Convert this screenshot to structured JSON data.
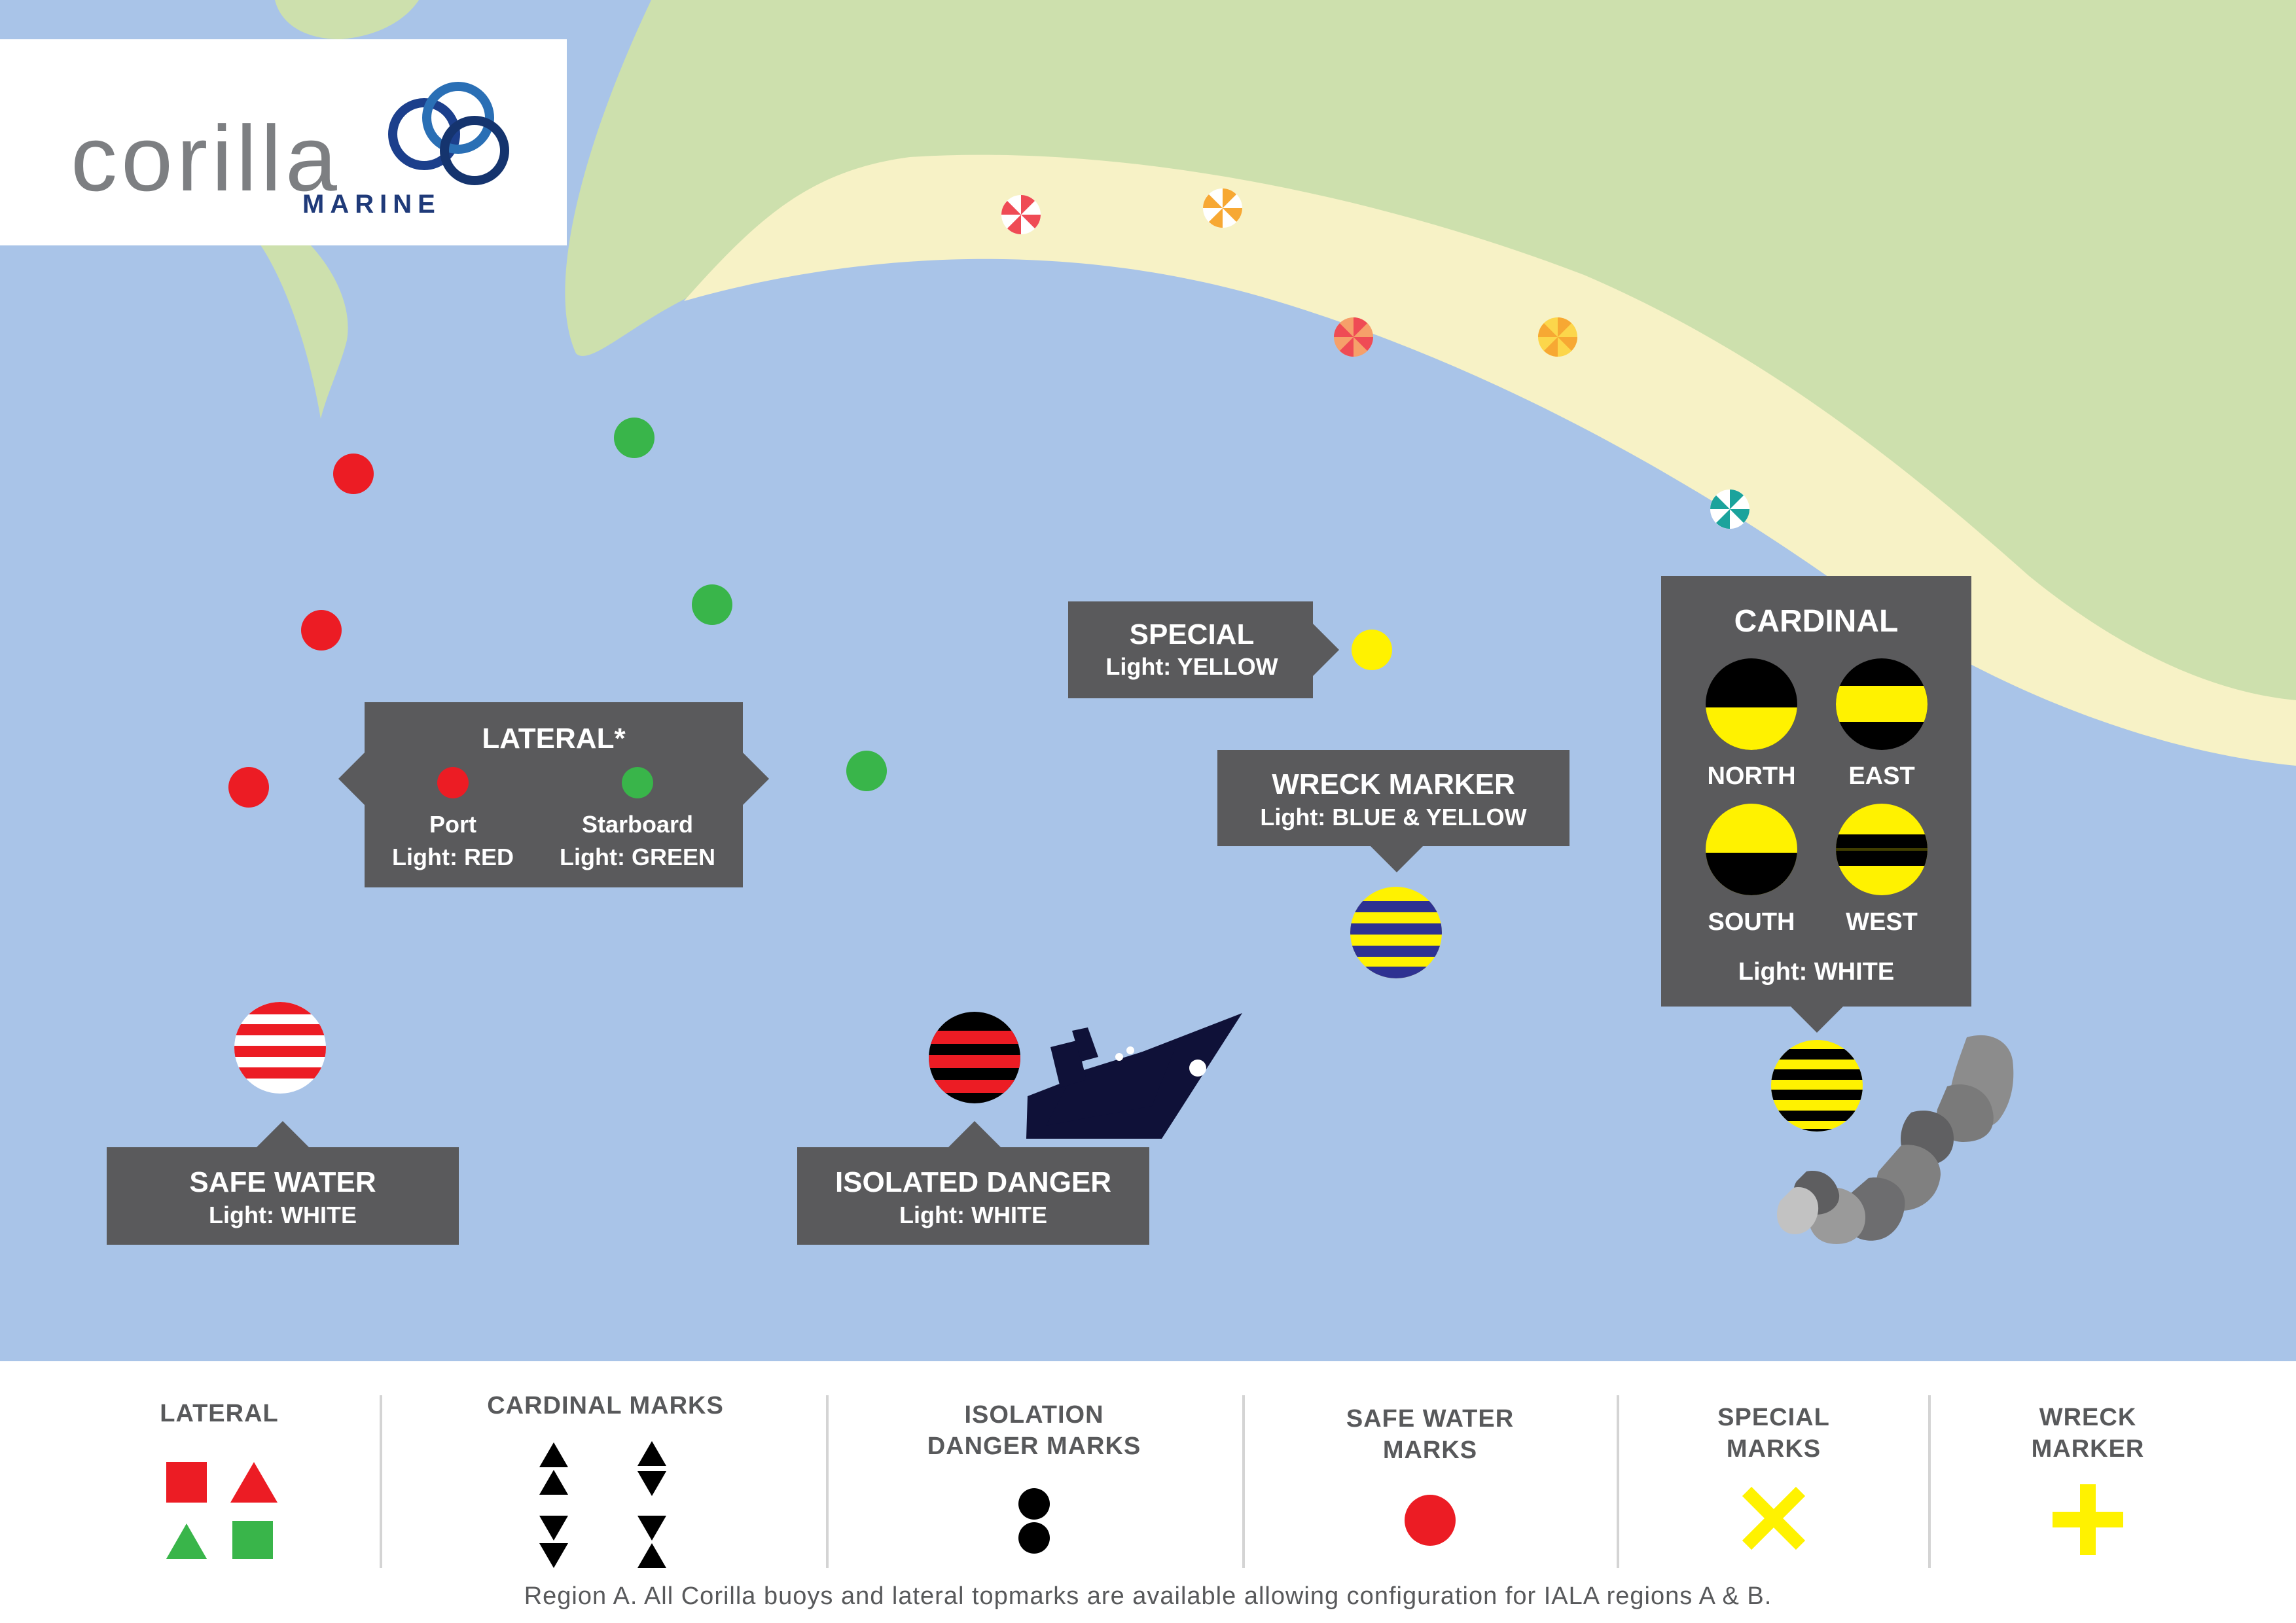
{
  "brand": {
    "name": "corilla",
    "sub": "MARINE"
  },
  "map_labels": {
    "lateral": {
      "title": "LATERAL*",
      "port": "Port",
      "port_light": "Light: RED",
      "starboard": "Starboard",
      "starboard_light": "Light: GREEN"
    },
    "special": {
      "title": "SPECIAL",
      "light": "Light: YELLOW"
    },
    "wreck": {
      "title": "WRECK MARKER",
      "light": "Light: BLUE & YELLOW"
    },
    "cardinal": {
      "title": "CARDINAL",
      "north": "NORTH",
      "east": "EAST",
      "south": "SOUTH",
      "west": "WEST",
      "light": "Light: WHITE"
    },
    "safe_water": {
      "title": "SAFE WATER",
      "light": "Light: WHITE"
    },
    "isolated_danger": {
      "title": "ISOLATED DANGER",
      "light": "Light: WHITE"
    }
  },
  "legend": {
    "lateral": "LATERAL",
    "cardinal_line1": "CARDINAL MARKS",
    "isolation_line1": "ISOLATION",
    "isolation_line2": "DANGER MARKS",
    "safe_line1": "SAFE WATER",
    "safe_line2": "MARKS",
    "special_line1": "SPECIAL",
    "special_line2": "MARKS",
    "wreck_line1": "WRECK",
    "wreck_line2": "MARKER"
  },
  "footnote": "Region A. All Corilla buoys and lateral topmarks are available allowing configuration for IALA regions A & B.",
  "colors": {
    "sea": "#a9c4e8",
    "land": "#cde0ad",
    "beach": "#f7f2c6",
    "label_box": "#5a5a5c",
    "red": "#ec1c24",
    "green": "#39b54a",
    "yellow": "#fff200",
    "navy": "#0f1138",
    "wreck_blue": "#2e3192",
    "legend_text": "#58595b"
  },
  "icons": {
    "ship": "ship-icon",
    "rocks": "rocks-icon",
    "umbrellas": "beach-umbrella-icon"
  }
}
